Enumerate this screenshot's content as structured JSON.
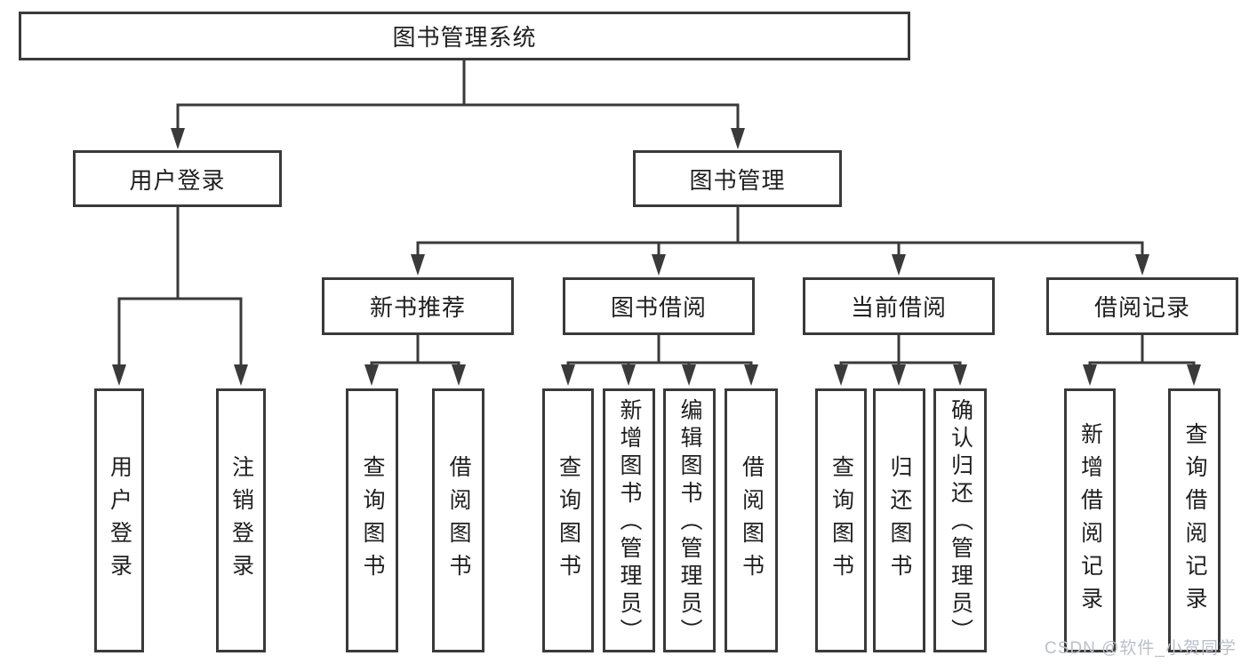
{
  "diagram": {
    "root": {
      "label": "图书管理系统"
    },
    "branches": [
      {
        "label": "用户登录",
        "children": [
          {
            "label": "用户登录"
          },
          {
            "label": "注销登录"
          }
        ]
      },
      {
        "label": "图书管理",
        "children": [
          {
            "label": "新书推荐",
            "children": [
              {
                "label": "查询图书"
              },
              {
                "label": "借阅图书"
              }
            ]
          },
          {
            "label": "图书借阅",
            "children": [
              {
                "label": "查询图书"
              },
              {
                "label": "新增图书（管理员）"
              },
              {
                "label": "编辑图书（管理员）"
              },
              {
                "label": "借阅图书"
              }
            ]
          },
          {
            "label": "当前借阅",
            "children": [
              {
                "label": "查询图书"
              },
              {
                "label": "归还图书"
              },
              {
                "label": "确认归还（管理员）"
              }
            ]
          },
          {
            "label": "借阅记录",
            "children": [
              {
                "label": "新增借阅记录"
              },
              {
                "label": "查询借阅记录"
              }
            ]
          }
        ]
      }
    ]
  },
  "watermark": {
    "text": "CSDN @软件_小贺同学"
  },
  "colors": {
    "line": "#3a3a3a",
    "text": "#1f1f1f",
    "background": "#ffffff",
    "watermark": "#bac0c9"
  }
}
